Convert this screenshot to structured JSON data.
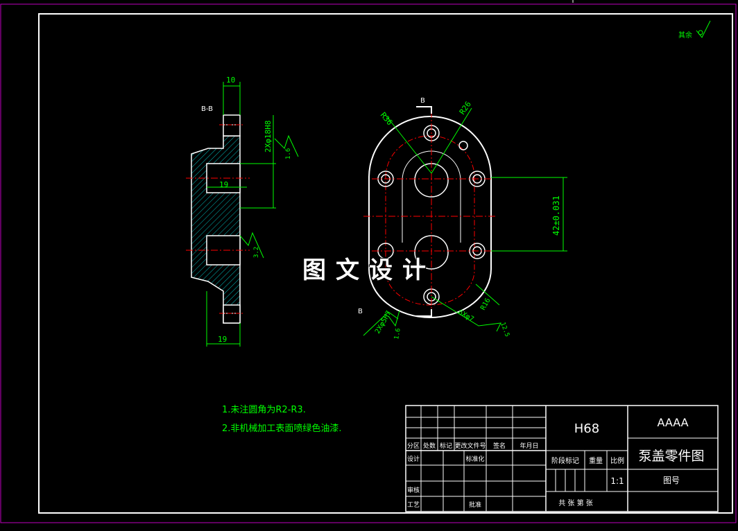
{
  "colors": {
    "background": "#000000",
    "outline": "#ffffff",
    "dimension": "#00ff00",
    "centerline": "#ff0000",
    "hatch": "#00c0c0",
    "border": "#c000c0"
  },
  "watermark": "图文设计",
  "surface_mark": "其余",
  "section_view": {
    "label": "B-B",
    "dim_top": "10",
    "dim_hole": "2Xφ18H8",
    "rough_top": "1.6",
    "dim_mid": "19",
    "rough_mid": "3.2",
    "dim_bottom": "19"
  },
  "front_view": {
    "label_top": "B",
    "label_bottom": "B",
    "r_left": "R36",
    "r_right": "R26",
    "dim_height": "42±0.031",
    "dim_holes": "2Xφ5H7",
    "rough_holes": "1.6",
    "dim_slot": "6Xφ7",
    "rough_slot": "12.5",
    "r_bottom": "R16"
  },
  "notes": [
    "1.未注圆角为R2-R3.",
    "2.非机械加工表面喷绿色油漆."
  ],
  "title_block": {
    "material": "H68",
    "company": "AAAA",
    "drawing_name": "泵盖零件图",
    "drawing_no_label": "图号",
    "scale_label": "比例",
    "scale": "1:1",
    "weight_label": "重量",
    "stage_label": "阶段标记",
    "sheets": "共  张  第  张",
    "rev_headers": [
      "分区",
      "处数",
      "标记",
      "更改文件号",
      "签名",
      "年月日"
    ],
    "design": "设计",
    "standardize": "标准化",
    "review": "审核",
    "process": "工艺",
    "approve": "批准"
  }
}
